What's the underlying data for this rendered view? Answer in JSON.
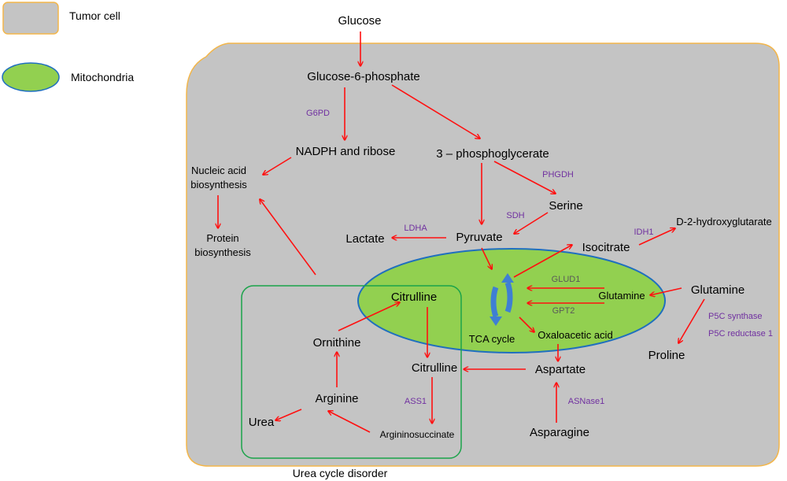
{
  "colors": {
    "cell_fill": "#c4c4c4",
    "cell_border": "#f3b64a",
    "mito_fill": "#92d050",
    "mito_border": "#1f6fbf",
    "urea_box": "#1aa34a",
    "arrow": "#ff1010",
    "enzyme": "#7030a0",
    "enzyme_gray": "#595959",
    "tca_cycle": "#3f7fd3"
  },
  "legend": {
    "tumor_cell": "Tumor cell",
    "mitochondria": "Mitochondria"
  },
  "metabolites": {
    "glucose": "Glucose",
    "glucose_6_phosphate": "Glucose-6-phosphate",
    "nadph_ribose": "NADPH and ribose",
    "phosphoglycerate": "3 – phosphoglycerate",
    "nucleic_acid_line1": "Nucleic acid",
    "nucleic_acid_line2": "biosynthesis",
    "protein_line1": "Protein",
    "protein_line2": "biosynthesis",
    "serine": "Serine",
    "lactate": "Lactate",
    "pyruvate": "Pyruvate",
    "isocitrate": "Isocitrate",
    "d2hg": "D-2-hydroxyglutarate",
    "glutamine_outer": "Glutamine",
    "glutamine_inner": "Glutamine",
    "citrulline_mito": "Citrulline",
    "citrulline_cyto": "Citrulline",
    "ornithine": "Ornithine",
    "arginine": "Arginine",
    "urea": "Urea",
    "argininosuccinate": "Argininosuccinate",
    "tca_cycle": "TCA cycle",
    "oxaloacetic_acid": "Oxaloacetic acid",
    "aspartate": "Aspartate",
    "asparagine": "Asparagine",
    "proline": "Proline",
    "urea_cycle_disorder": "Urea cycle disorder"
  },
  "enzymes": {
    "g6pd": "G6PD",
    "phgdh": "PHGDH",
    "sdh": "SDH",
    "ldha": "LDHA",
    "idh1": "IDH1",
    "glud1": "GLUD1",
    "gpt2": "GPT2",
    "p5c_synthase": "P5C synthase",
    "p5c_reductase": "P5C reductase 1",
    "ass1": "ASS1",
    "asnase1": "ASNase1"
  }
}
